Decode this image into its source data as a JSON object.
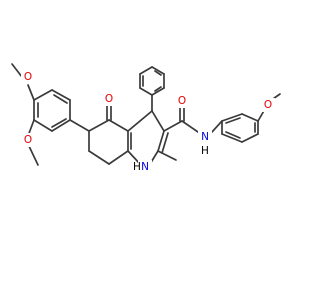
{
  "atom_colors": {
    "carbon": "#3a3a3a",
    "oxygen": "#e60000",
    "nitrogen": "#0000e0"
  },
  "labels": {
    "o_methoxy_upper": "O",
    "o_methoxy_lower": "O",
    "o_ketone": "O",
    "o_amide": "O",
    "nh_amide": "N",
    "h_amide": "H",
    "o_methoxy_anilide": "O",
    "nh_ring": "N",
    "h_ring": "H"
  }
}
